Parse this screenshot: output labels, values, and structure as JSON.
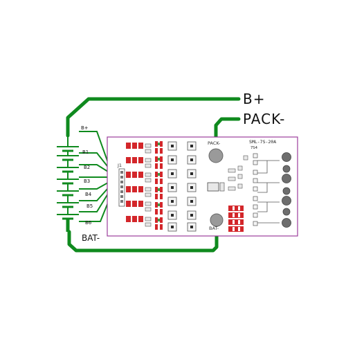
{
  "diagram": {
    "labels": {
      "b_plus": "B+",
      "pack_minus": "PACK-",
      "bat_minus": "BAT-"
    },
    "cell_taps": [
      "B+",
      "B1",
      "B2",
      "B3",
      "B4",
      "B5",
      "B6"
    ],
    "board": {
      "model": "SML-7S-20A",
      "pack_pad": "PACK-",
      "bat_pad": "BAT-",
      "connector": "J1",
      "revision": "7S4",
      "colors": {
        "trace": "#0f8a1e",
        "board_outline": "#9b3c9b",
        "mosfet": "#2a2a2a",
        "pad_red": "#d3262a",
        "pad_gray": "#9a9a9a"
      }
    }
  }
}
